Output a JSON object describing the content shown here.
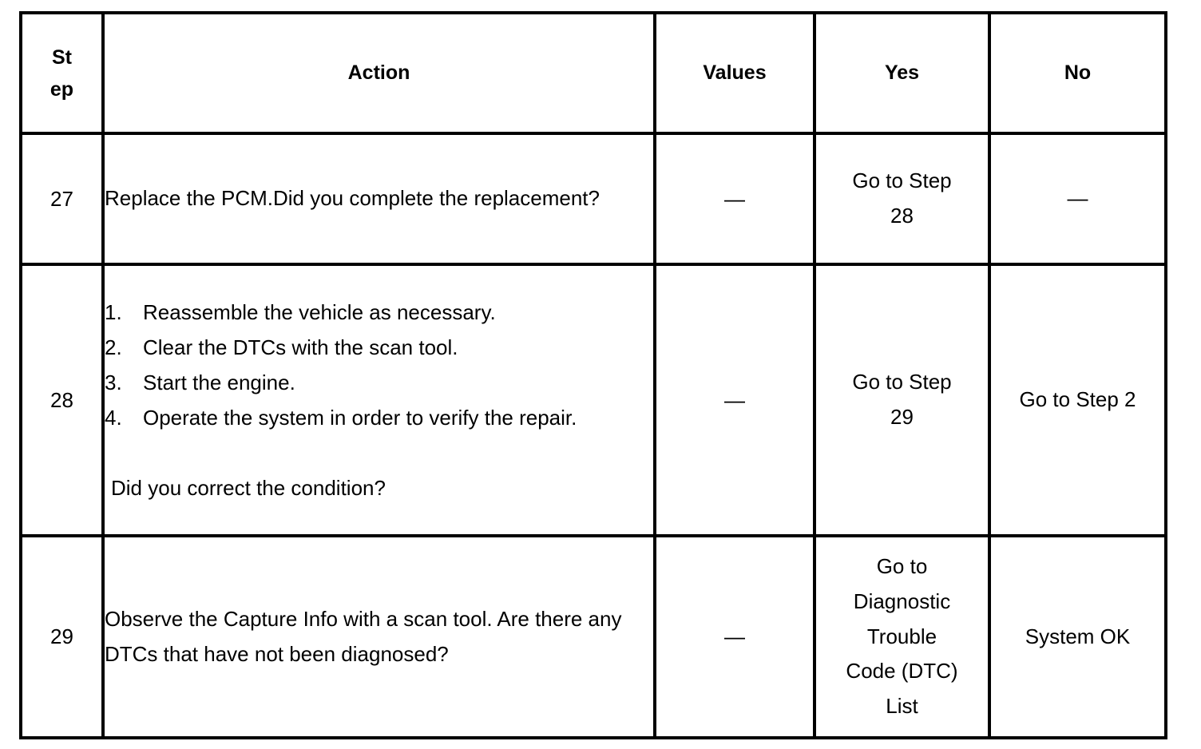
{
  "table": {
    "headers": {
      "step_line1": "St",
      "step_line2": "ep",
      "action": "Action",
      "values": "Values",
      "yes": "Yes",
      "no": "No"
    },
    "rows": [
      {
        "step": "27",
        "action_text": "Replace the PCM.Did you complete the replacement?",
        "values": "—",
        "yes_line1": "Go to Step",
        "yes_line2": "28",
        "no_line1": "—"
      },
      {
        "step": "28",
        "list": [
          {
            "num": "1.",
            "text": "Reassemble the vehicle as necessary."
          },
          {
            "num": "2.",
            "text": "Clear the DTCs with the scan tool."
          },
          {
            "num": "3.",
            "text": "Start the engine."
          },
          {
            "num": "4.",
            "text": "Operate the system in order to verify the repair."
          }
        ],
        "question": "Did you correct the condition?",
        "values": "—",
        "yes_line1": "Go to Step",
        "yes_line2": "29",
        "no_line1": "Go to Step 2"
      },
      {
        "step": "29",
        "action_text": "Observe the Capture Info with a scan tool. Are there any DTCs that have not been diagnosed?",
        "values": "—",
        "yes_line1": "Go to",
        "yes_line2": "Diagnostic",
        "yes_line3": "Trouble",
        "yes_line4": "Code (DTC)",
        "yes_line5": "List",
        "no_line1": "System OK"
      }
    ]
  }
}
